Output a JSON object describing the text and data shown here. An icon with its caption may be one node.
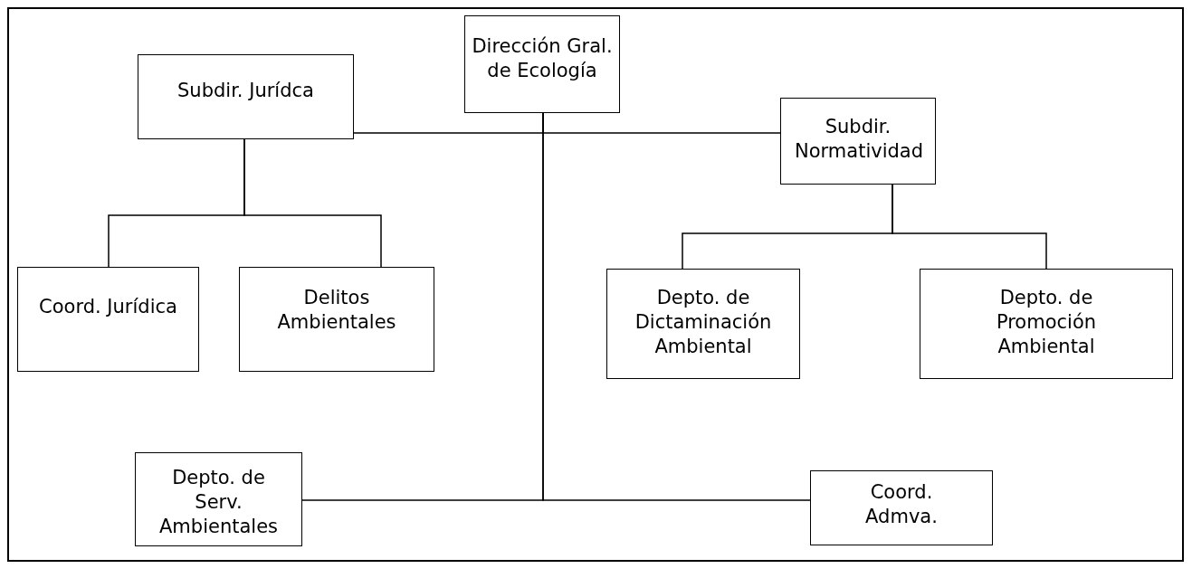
{
  "diagram": {
    "nodes": [
      {
        "text": [
          "Dirección Gral. de Ecología"
        ]
      },
      {
        "text": [
          "Subdir. Jurídca"
        ]
      },
      {
        "text": [
          "Subdir. Normatividad"
        ]
      },
      {
        "text": [
          "Coord. Jurídica"
        ]
      },
      {
        "text": [
          "Delitos Ambientales"
        ]
      },
      {
        "text": [
          "Depto. de Dictaminación Ambiental"
        ]
      },
      {
        "text": [
          "Depto. de Promoción Ambiental"
        ]
      },
      {
        "text": [
          "Depto. de Serv. Ambientales"
        ]
      },
      {
        "text": [
          "Coord. Admva."
        ]
      }
    ],
    "edges": [
      {
        "from": 0,
        "to": 1,
        "arrow": "none"
      },
      {
        "from": 0,
        "to": 2,
        "arrow": "none"
      },
      {
        "from": 0,
        "to": 7,
        "arrow": "none"
      },
      {
        "from": 0,
        "to": 8,
        "arrow": "none"
      },
      {
        "from": 1,
        "to": 3,
        "arrow": "none"
      },
      {
        "from": 1,
        "to": 4,
        "arrow": "none"
      },
      {
        "from": 2,
        "to": 5,
        "arrow": "none"
      },
      {
        "from": 2,
        "to": 6,
        "arrow": "none"
      }
    ]
  }
}
